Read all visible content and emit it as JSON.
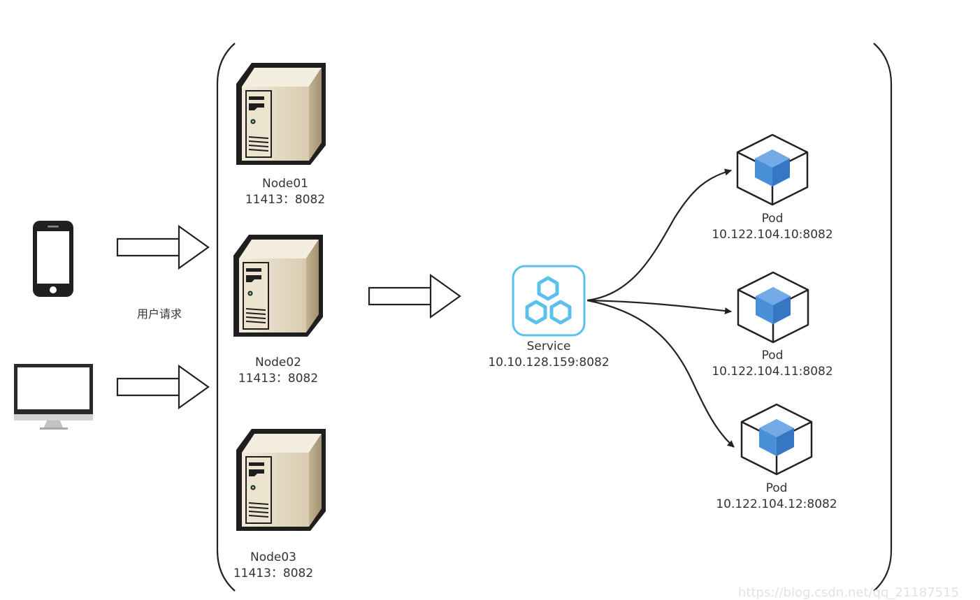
{
  "clients": {
    "request_label": "用户请求",
    "phone_icon": "mobile-phone-icon",
    "desktop_icon": "desktop-monitor-icon"
  },
  "nodes": [
    {
      "name": "Node01",
      "port": "11413：8082",
      "icon": "server-tower-icon"
    },
    {
      "name": "Node02",
      "port": "11413：8082",
      "icon": "server-tower-icon"
    },
    {
      "name": "Node03",
      "port": "11413：8082",
      "icon": "server-tower-icon"
    }
  ],
  "service": {
    "name": "Service",
    "address": "10.10.128.159:8082",
    "icon": "service-hexagons-icon",
    "color": "#5bc0eb"
  },
  "pods": [
    {
      "name": "Pod",
      "address": "10.122.104.10:8082",
      "icon": "pod-cube-icon"
    },
    {
      "name": "Pod",
      "address": "10.122.104.11:8082",
      "icon": "pod-cube-icon"
    },
    {
      "name": "Pod",
      "address": "10.122.104.12:8082",
      "icon": "pod-cube-icon"
    }
  ],
  "colors": {
    "pod_cube": "#4a90d9",
    "server_body": "#e6dcc6",
    "stroke": "#222222"
  },
  "watermark": "https://blog.csdn.net/qq_21187515"
}
